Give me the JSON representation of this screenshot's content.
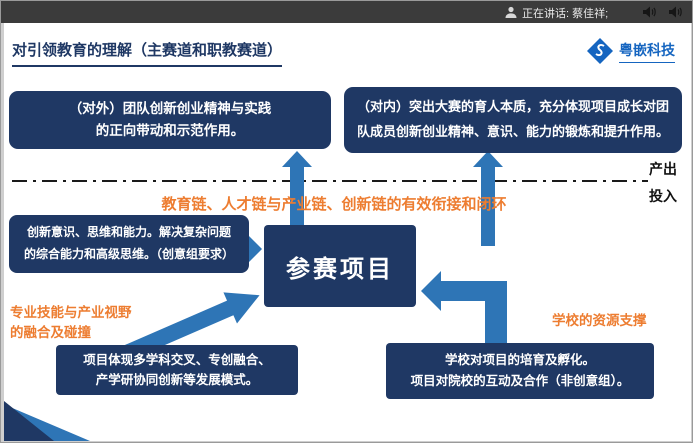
{
  "titlebar": {
    "speaking_text": "正在讲话: 蔡佳祥;",
    "icons": [
      "person-icon",
      "speaker-icon",
      "speaker-icon"
    ]
  },
  "slide": {
    "title": "对引领教育的理解（主赛道和职教赛道）",
    "logo_text": "粤嵌科技",
    "logo_icon": "diamond-chip-icon",
    "top_left_box": "（对外）团队创新创业精神与实践\n的正向带动和示范作用。",
    "top_right_box": "（对内）突出大赛的育人本质，充分体现项目成长对团\n队成员创新创业精神、意识、能力的锻炼和提升作用。",
    "output_label": "产出",
    "input_label": "投入",
    "chain_text": "教育链、人才链与产业链、创新链的有效衔接和闭环",
    "left_box": "创新意识、思维和能力。解决复杂问题\n的综合能力和高级思维。（创意组要求）",
    "center_box": "参赛项目",
    "left_orange_text": "专业技能与产业视野\n的融合及碰撞",
    "right_orange_text": "学校的资源支撑",
    "bottom_left_box": "项目体现多学科交叉、专创融合、\n产学研协同创新等发展模式。",
    "bottom_right_box": "学校对项目的培育及孵化。\n项目对院校的互动及合作（非创意组）。"
  },
  "colors": {
    "navy": "#1f3864",
    "arrow_blue": "#2e75b6",
    "orange": "#ed7d31",
    "logo_blue": "#1565c0",
    "titlebar_bg": "#3b3b3b"
  }
}
